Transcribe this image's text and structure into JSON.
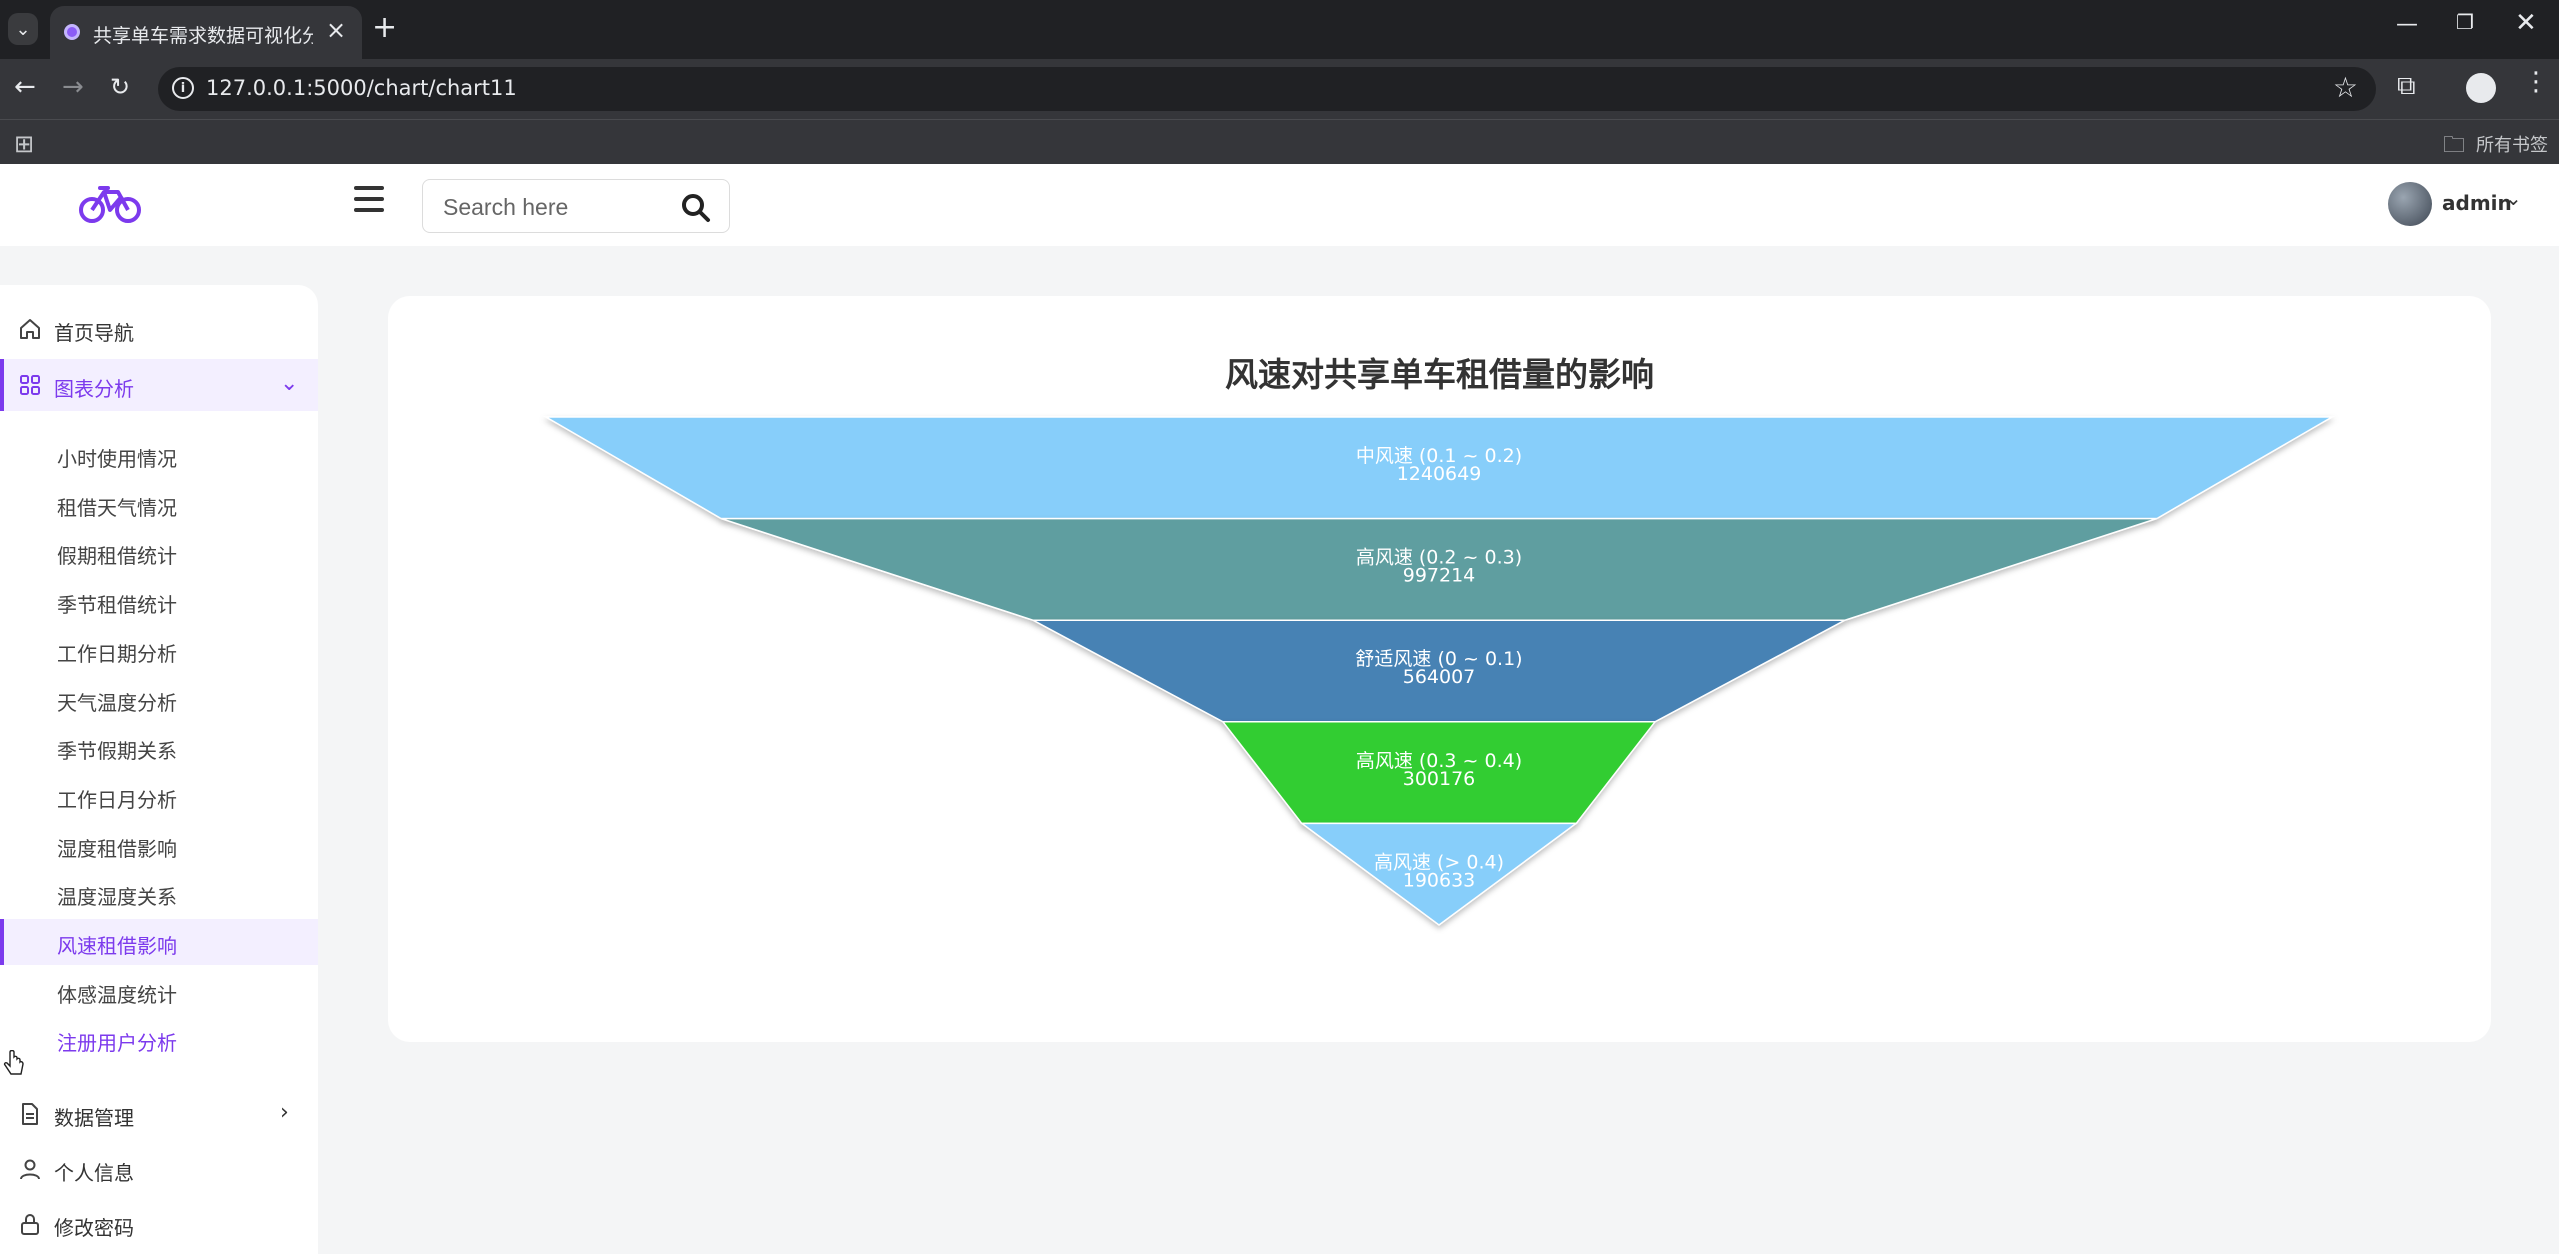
{
  "browser": {
    "tab_title": "共享单车需求数据可视化分析系统",
    "url": "127.0.0.1:5000/chart/chart11",
    "bookmarks_label": "所有书签"
  },
  "header": {
    "search_placeholder": "Search here",
    "user_name": "admin",
    "brand_color": "#7c3aed"
  },
  "sidebar": {
    "home": "首页导航",
    "charts": "图表分析",
    "sub_items": [
      "小时使用情况",
      "租借天气情况",
      "假期租借统计",
      "季节租借统计",
      "工作日期分析",
      "天气温度分析",
      "季节假期关系",
      "工作日月分析",
      "湿度租借影响",
      "温度湿度关系",
      "风速租借影响",
      "体感温度统计",
      "注册用户分析"
    ],
    "active_sub_index": 10,
    "data_mgmt": "数据管理",
    "profile": "个人信息",
    "password": "修改密码"
  },
  "chart_data": {
    "type": "funnel",
    "title": "风速对共享单车租借量的影响",
    "categories": [
      "中风速 (0.1 ~ 0.2)",
      "高风速 (0.2 ~ 0.3)",
      "舒适风速 (0 ~ 0.1)",
      "高风速 (0.3 ~ 0.4)",
      "高风速 (> 0.4)"
    ],
    "values": [
      1240649,
      997214,
      564007,
      300176,
      190633
    ],
    "colors": [
      "#87cefa",
      "#5f9ea0",
      "#4682b4",
      "#32cd32",
      "#87cefa"
    ],
    "sort": "descending"
  }
}
